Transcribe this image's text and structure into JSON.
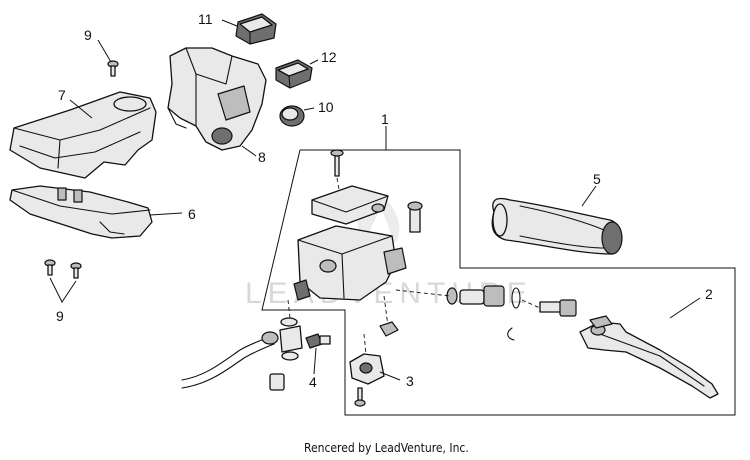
{
  "diagram": {
    "callouts": {
      "c1": "1",
      "c2": "2",
      "c3": "3",
      "c4": "4",
      "c5": "5",
      "c6": "6",
      "c7": "7",
      "c8": "8",
      "c9a": "9",
      "c9b": "9",
      "c10": "10",
      "c11": "11",
      "c12": "12"
    },
    "watermark": "LEADVENTURE",
    "footer": "Rencered by LeadVenture, Inc."
  }
}
